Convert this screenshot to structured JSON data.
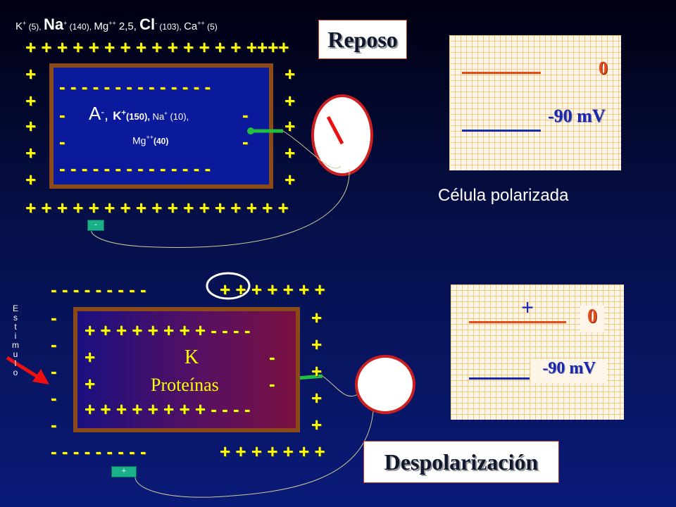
{
  "ions_top": {
    "k": "K",
    "k_sup": "+",
    "k_val": " (5), ",
    "na": "Na",
    "na_sup": "+",
    "na_val": " (140), ",
    "mg": "Mg",
    "mg_sup": "++",
    "mg_val": " 2,5, ",
    "cl": "Cl",
    "cl_sup": "-",
    "cl_val": " (103), ",
    "ca": "Ca",
    "ca_sup": "++",
    "ca_val": " (5)"
  },
  "reposo": {
    "title": "Reposo",
    "outer_top": "+ + + + + + + + + + + + + + ++++",
    "outer_bottom": "+ + + + + + + + + + + + + + + + +",
    "outer_side": "+",
    "inner_minus_row": "- - - - - - - - - - - - - -",
    "inner_dash": "-",
    "anion": "A",
    "anion_sup": "-",
    "anion_sep": ", ",
    "k_in": "K",
    "k_in_sup": "+",
    "k_in_val": "(150),",
    "na_in": " Na",
    "na_in_sup": "+",
    "na_in_val": " (10),",
    "mg_in": "Mg",
    "mg_in_sup": "++",
    "mg_in_val": "(40)",
    "electrode_label": "-",
    "graph_zero": "0",
    "graph_rest": "-90 mV",
    "caption": "Célula polarizada"
  },
  "depol": {
    "title": "Despolarización",
    "outer_top_minus": "-  -  -  -  -  -  -  -  -",
    "outer_top_plus": "+ + + + + + +",
    "outer_bottom_minus": "-  -  -  -  -  -  -  -  -",
    "outer_bottom_plus": "+ + + + + + +",
    "left_minus": "-",
    "right_plus": "+",
    "inner_top": "+ + + + + + + +  -  -  -  -",
    "inner_bottom": "+ + + + + + + + -  -  -   -",
    "inner_plus": "+",
    "inner_minus": "-",
    "k_label": "K",
    "prot_label": "Proteínas",
    "stimulus_letters": [
      "E",
      "s",
      "t",
      "i",
      "m",
      "u",
      "l",
      "o"
    ],
    "electrode_label": "+",
    "graph_plus": "+",
    "graph_zero": "0",
    "graph_rest": "-90 mV"
  },
  "colors": {
    "plus": "#ffff00",
    "membrane": "#8a4a1a",
    "meter_border": "#cc2020",
    "trace_red": "#e84a1a",
    "trace_blue": "#1a28b0"
  }
}
